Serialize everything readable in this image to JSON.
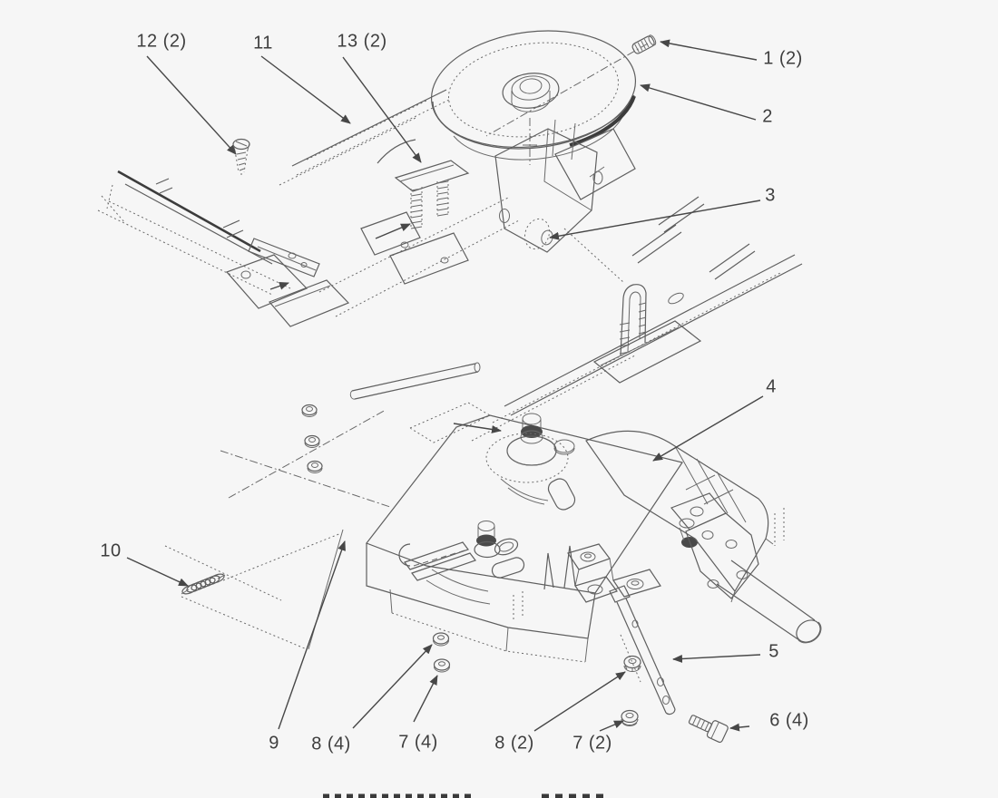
{
  "figure": {
    "kind": "exploded-parts-diagram",
    "description_visible_text_only": true,
    "colors": {
      "background": "#f6f6f6",
      "line": "#5f5f5f",
      "bold_line": "#3c3c3c",
      "label": "#3e3e3e"
    }
  },
  "callouts": [
    {
      "part": "12",
      "label": "12 (2)"
    },
    {
      "part": "11",
      "label": "11"
    },
    {
      "part": "13",
      "label": "13 (2)"
    },
    {
      "part": "1",
      "label": "1 (2)"
    },
    {
      "part": "2",
      "label": "2"
    },
    {
      "part": "3",
      "label": "3"
    },
    {
      "part": "4",
      "label": "4"
    },
    {
      "part": "10",
      "label": "10"
    },
    {
      "part": "9",
      "label": "9"
    },
    {
      "part": "8a",
      "label": "8 (4)"
    },
    {
      "part": "7a",
      "label": "7 (4)"
    },
    {
      "part": "8b",
      "label": "8 (2)"
    },
    {
      "part": "7b",
      "label": "7 (2)"
    },
    {
      "part": "5",
      "label": "5"
    },
    {
      "part": "6",
      "label": "6 (4)"
    }
  ]
}
